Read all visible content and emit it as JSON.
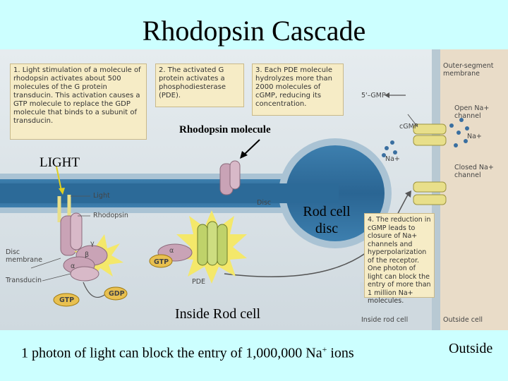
{
  "title": "Rhodopsin Cascade",
  "boxes": {
    "box1": "1. Light stimulation of a molecule of rhodopsin activates about 500 molecules of the G protein transducin. This activation causes a GTP molecule to replace the GDP molecule that binds to a subunit of transducin.",
    "box2": "2. The activated G protein activates a phosphodiesterase (PDE).",
    "box3": "3. Each PDE molecule hydrolyzes more than 2000 molecules of cGMP, reducing its concentration.",
    "box4": "4. The reduction in cGMP leads to closure of Na+ channels and hyperpolarization of the receptor. One photon of light can block the entry of more than 1 million Na+ molecules."
  },
  "labels": {
    "outer_segment_membrane": "Outer-segment membrane",
    "five_gmp": "5'–GMP",
    "cgmp": "cGMP",
    "open_channel": "Open Na+ channel",
    "na_plus_1": "Na+",
    "na_plus_2": "Na+",
    "closed_channel": "Closed Na+ channel",
    "light_small": "Light",
    "rhodopsin_small": "Rhodopsin",
    "disc_membrane": "Disc membrane",
    "transducin": "Transducin",
    "disc": "Disc",
    "pde": "PDE",
    "gtp_1": "GTP",
    "gtp_2": "GTP",
    "gdp": "GDP",
    "alpha_1": "α",
    "alpha_2": "α",
    "beta": "β",
    "gamma": "γ",
    "inside_rod_cell_small": "Inside rod cell",
    "outside_cell_small": "Outside cell"
  },
  "annotations": {
    "rhodopsin_molecule": "Rhodopsin molecule",
    "light": "LIGHT",
    "rod_cell_disc": "Rod cell disc",
    "inside_rod_cell": "Inside Rod cell"
  },
  "footer": {
    "caption_prefix": "1 photon of light can block the entry of 1,000,000 Na",
    "caption_sup": "+",
    "caption_suffix": " ions",
    "outside": "Outside"
  },
  "colors": {
    "slide_background": "#ccffff",
    "disc_blue": "#2f6f9f",
    "box_fill": "#f6ecc6",
    "protein_pink": "#c9a3b6",
    "channel_yellow": "#e8df8a"
  }
}
